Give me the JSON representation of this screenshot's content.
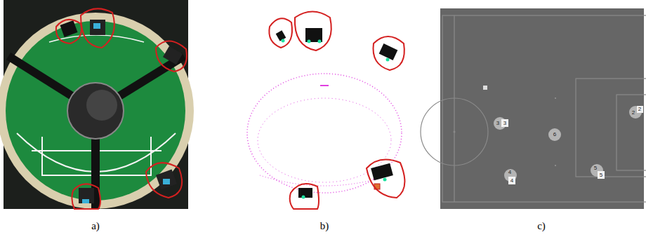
{
  "diagram": {
    "labels": [
      "a)",
      "b)",
      "c)",
      "3",
      "3",
      "6",
      "2",
      "2",
      "4",
      "4",
      "5",
      "5"
    ]
  }
}
